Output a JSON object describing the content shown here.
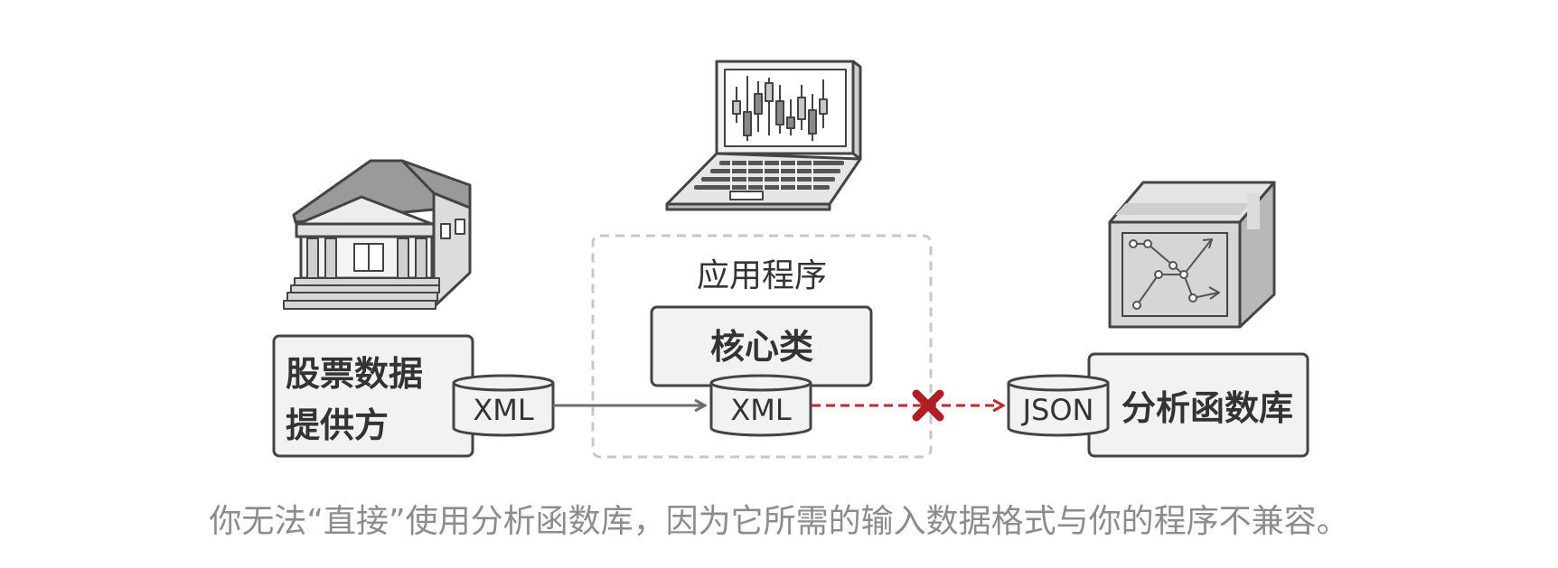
{
  "diagram": {
    "provider_label_line1": "股票数据",
    "provider_label_line2": "提供方",
    "app_label": "应用程序",
    "core_class_label": "核心类",
    "library_label": "分析函数库",
    "provider_format": "XML",
    "app_format": "XML",
    "library_format": "JSON",
    "colors": {
      "stroke": "#444444",
      "fill_light": "#f2f2f2",
      "fill_mid": "#c8c8c8",
      "dashed_box": "#c7c7c7",
      "incompatible": "#c0282d",
      "caption": "#8c8c8c"
    },
    "icons": [
      "bank-building-icon",
      "laptop-chart-icon",
      "package-box-icon",
      "cross-icon"
    ]
  },
  "caption": "你无法“直接”使用分析函数库，因为它所需的输入数据格式与你的程序不兼容。"
}
